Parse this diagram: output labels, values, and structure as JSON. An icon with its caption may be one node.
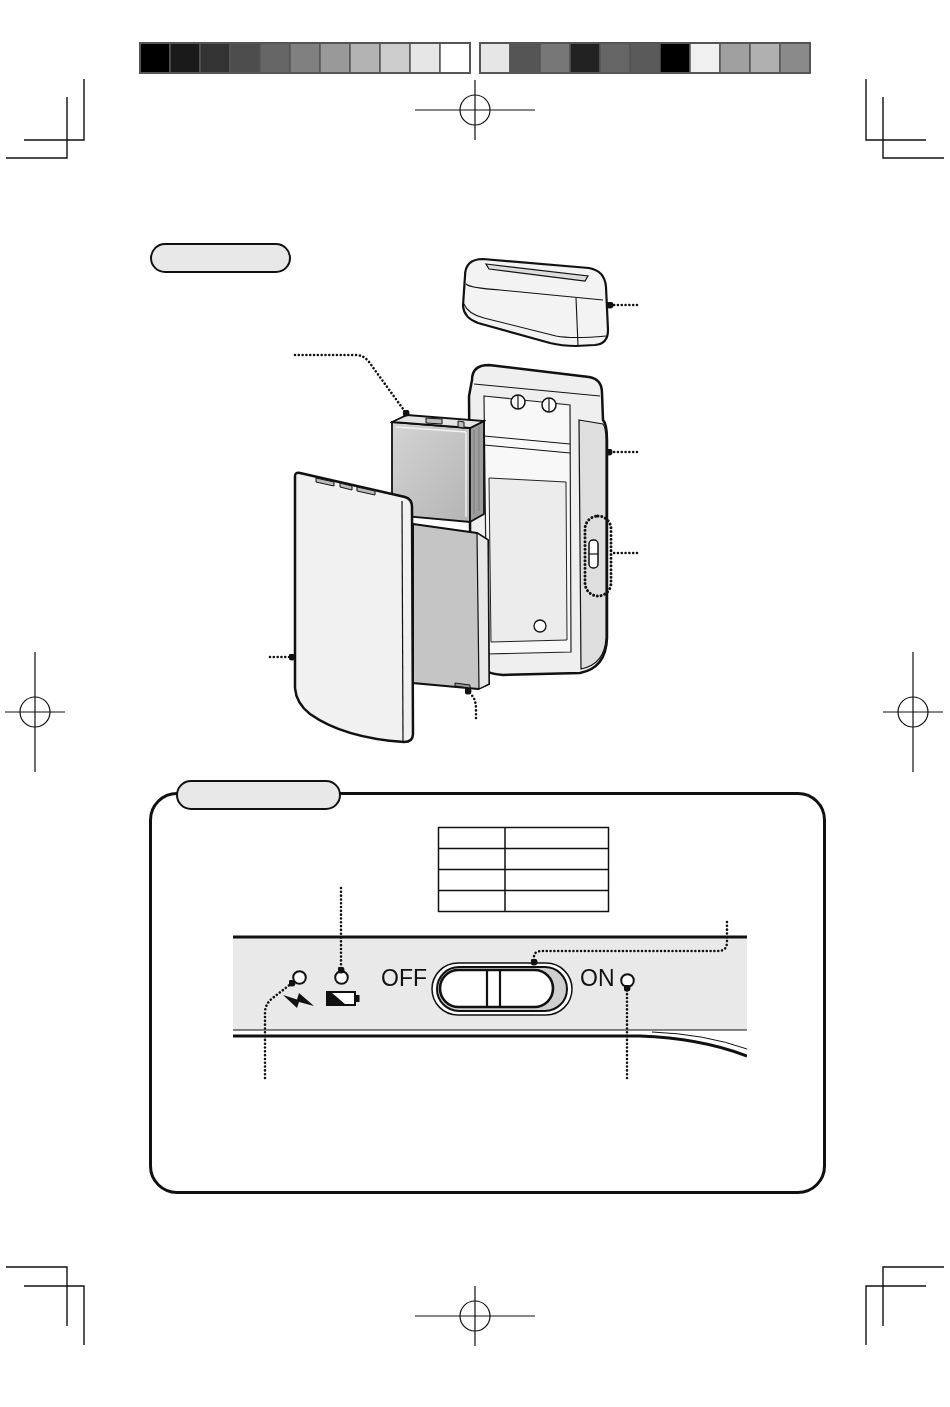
{
  "diagram": {
    "nodes": [
      {
        "text": [],
        "shape": "picture"
      },
      {
        "text": [],
        "shape": "picture"
      },
      {
        "text": [],
        "shape": "picture"
      },
      {
        "text": [],
        "shape": "oval"
      },
      {
        "text": [],
        "shape": "picture"
      },
      {
        "text": [],
        "shape": "picture"
      },
      {
        "text": [],
        "shape": "box"
      },
      {
        "text": [],
        "shape": "circle",
        "in": 6
      },
      {
        "text": [],
        "shape": "circle",
        "in": 6
      },
      {
        "text": [],
        "shape": "picture",
        "in": 6
      },
      {
        "text": [],
        "shape": "circle",
        "in": 6
      }
    ],
    "edges": [
      {
        "from": null,
        "to": 0,
        "arrow": "other"
      },
      {
        "from": null,
        "to": 1,
        "arrow": "other"
      },
      {
        "from": null,
        "to": 2,
        "arrow": "other"
      },
      {
        "from": null,
        "to": 3,
        "arrow": "none"
      },
      {
        "from": null,
        "to": 4,
        "arrow": "other"
      },
      {
        "from": null,
        "to": 5,
        "arrow": "other"
      },
      {
        "from": null,
        "to": 7,
        "arrow": "other"
      },
      {
        "from": null,
        "to": 8,
        "arrow": "other"
      },
      {
        "from": null,
        "to": 9,
        "arrow": "other"
      },
      {
        "from": null,
        "to": 10,
        "arrow": "other"
      }
    ],
    "labels": [
      "OFF",
      "ON"
    ]
  }
}
